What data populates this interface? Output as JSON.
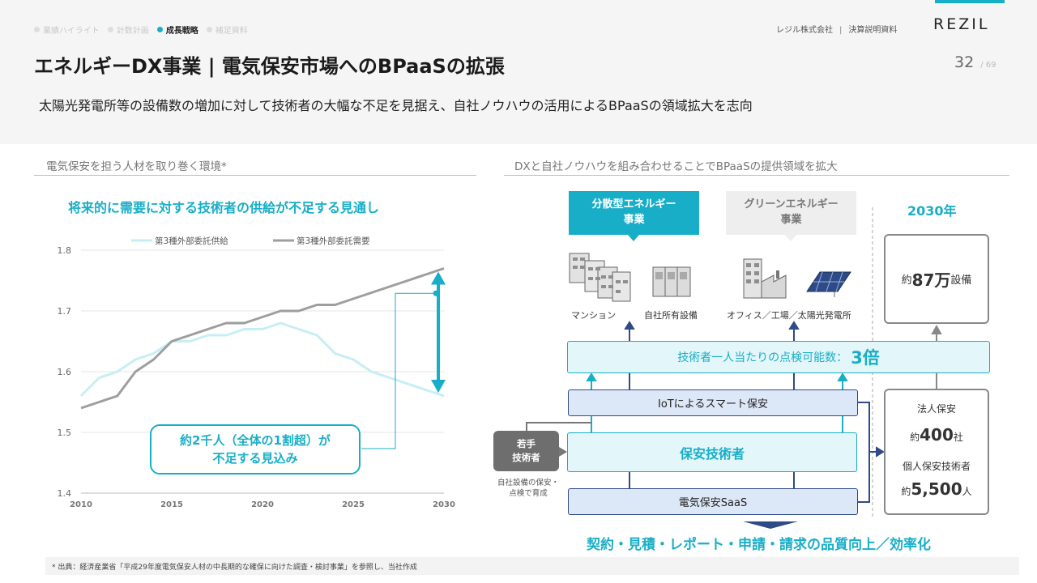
{
  "nav": {
    "items": [
      {
        "label": "業績ハイライト",
        "active": false
      },
      {
        "label": "計数計画",
        "active": false
      },
      {
        "label": "成長戦略",
        "active": true
      },
      {
        "label": "補足資料",
        "active": false
      }
    ]
  },
  "header": {
    "company": "レジル株式会社",
    "doc": "決算説明資料",
    "logo": "REZIL",
    "title": "エネルギーDX事業 | 電気保安市場へのBPaaSの拡張",
    "page": "32",
    "page_total": "/ 69",
    "subtitle": "太陽光発電所等の設備数の増加に対して技術者の大幅な不足を見据え、自社ノウハウの活用によるBPaaSの領域拡大を志向"
  },
  "left": {
    "section": "電気保安を担う人材を取り巻く環境*",
    "headline": "将来的に需要に対する技術者の供給が不足する見通し",
    "callout_line1": "約2千人（全体の1割超）が",
    "callout_line2": "不足する見込み"
  },
  "chart_data": {
    "type": "line",
    "title": "",
    "xlabel": "",
    "ylabel": "",
    "x": [
      2010,
      2011,
      2012,
      2013,
      2014,
      2015,
      2016,
      2017,
      2018,
      2019,
      2020,
      2021,
      2022,
      2023,
      2024,
      2025,
      2026,
      2027,
      2028,
      2029,
      2030
    ],
    "xticks": [
      "2010",
      "2015",
      "2020",
      "2025",
      "2030"
    ],
    "yticks": [
      "1.4",
      "1.5",
      "1.6",
      "1.7",
      "1.8"
    ],
    "ylim": [
      1.4,
      1.8
    ],
    "xlim": [
      2010,
      2030
    ],
    "grid": true,
    "legend": "top",
    "series": [
      {
        "name": "第3種外部委託供給",
        "color": "#c6eef5",
        "values": [
          1.56,
          1.59,
          1.6,
          1.62,
          1.63,
          1.65,
          1.65,
          1.66,
          1.66,
          1.67,
          1.67,
          1.68,
          1.67,
          1.66,
          1.63,
          1.62,
          1.6,
          1.59,
          1.58,
          1.57,
          1.56
        ]
      },
      {
        "name": "第3種外部委託需要",
        "color": "#9e9e9e",
        "values": [
          1.54,
          1.55,
          1.56,
          1.6,
          1.62,
          1.65,
          1.66,
          1.67,
          1.68,
          1.68,
          1.69,
          1.7,
          1.7,
          1.71,
          1.71,
          1.72,
          1.73,
          1.74,
          1.75,
          1.76,
          1.77
        ]
      }
    ]
  },
  "right": {
    "section": "DXと自社ノウハウを組み合わせることでBPaaSの提供領域を拡大",
    "tag_distributed": "分散型エネルギー事業",
    "tag_distributed_l1": "分散型エネルギー",
    "tag_distributed_l2": "事業",
    "tag_green_l1": "グリーンエネルギー",
    "tag_green_l2": "事業",
    "year": "2030年",
    "cap_mansion": "マンション",
    "cap_own": "自社所有設備",
    "cap_office": "オフィス／工場／太陽光発電所",
    "box87_pre": "約",
    "box87_num": "87万",
    "box87_post": "設備",
    "capacity_text": "技術者一人当たりの点検可能数：",
    "capacity_num": "3倍",
    "iot": "IoTによるスマート保安",
    "tech": "保安技術者",
    "saas": "電気保安SaaS",
    "young_l1": "若手",
    "young_l2": "技術者",
    "young_note_l1": "自社設備の保安・",
    "young_note_l2": "点検で育成",
    "corp_label": "法人保安",
    "corp_pre": "約",
    "corp_num": "400",
    "corp_post": "社",
    "indiv_label": "個人保安技術者",
    "indiv_pre": "約",
    "indiv_num": "5,500",
    "indiv_post": "人",
    "claim": "契約・見積・レポート・申請・請求の品質向上／効率化"
  },
  "footnote": "* 出典：経済産業省「平成29年度電気保安人材の中長期的な確保に向けた調査・検討事業」を参照し、当社作成",
  "colors": {
    "accent": "#19aec7",
    "navy": "#2e4b87",
    "grey_line": "#9e9e9e",
    "light_line": "#c6eef5"
  }
}
